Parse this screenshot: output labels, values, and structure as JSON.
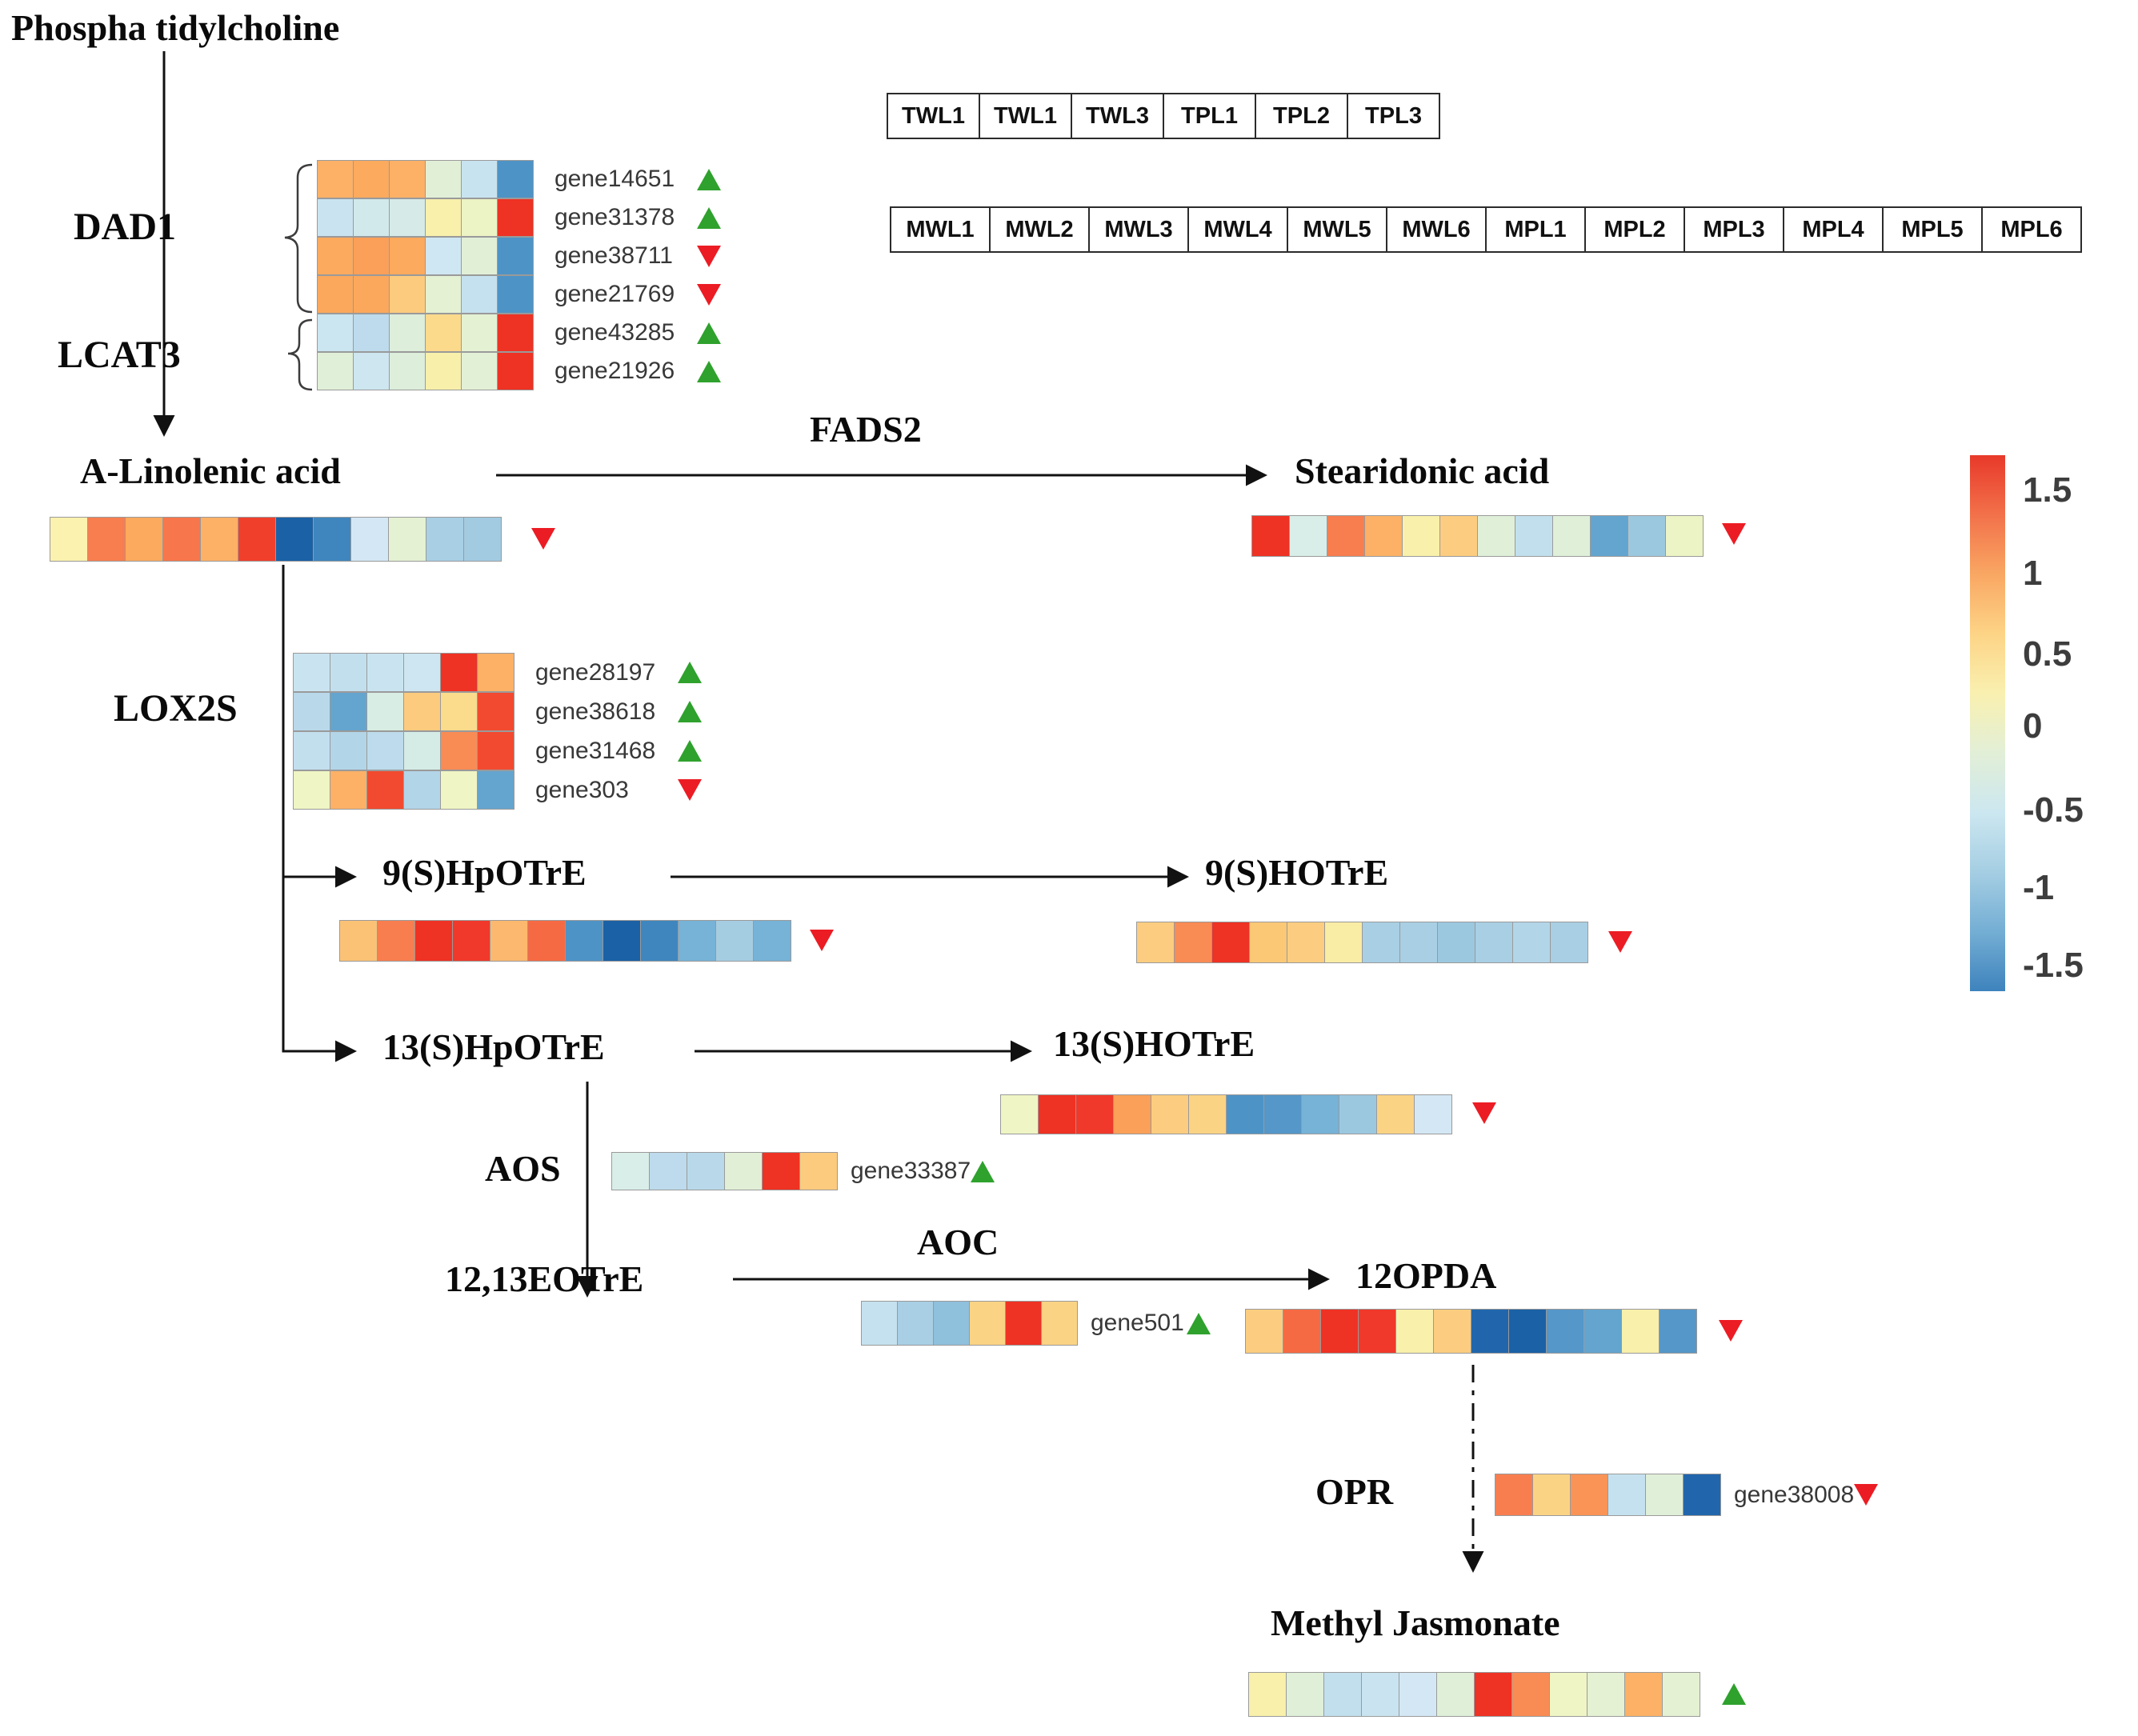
{
  "figure": {
    "legend_ticks": [
      "1.5",
      "1",
      "0.5",
      "0",
      "-0.5",
      "-1",
      "-1.5"
    ],
    "legend_stops": [
      "#e8392a",
      "#f2714a",
      "#f9a763",
      "#fdd486",
      "#f9f0b0",
      "#e2efd7",
      "#cce7f0",
      "#a5cee3",
      "#74aed4",
      "#3e83bd"
    ],
    "up_color": "#2fa12d",
    "down_color": "#ec1c24"
  },
  "sample_tables": {
    "row1": [
      "TWL1",
      "TWL1",
      "TWL3",
      "TPL1",
      "TPL2",
      "TPL3"
    ],
    "row2": [
      "MWL1",
      "MWL2",
      "MWL3",
      "MWL4",
      "MWL5",
      "MWL6",
      "MPL1",
      "MPL2",
      "MPL3",
      "MPL4",
      "MPL5",
      "MPL6"
    ]
  },
  "metabolites": {
    "phosphatidylcholine": {
      "name": "Phospha tidylcholine"
    },
    "linolenic": {
      "name": "A-Linolenic acid",
      "direction": "down",
      "cells": [
        "#fbf2af",
        "#f87e50",
        "#fbaa5e",
        "#f8764b",
        "#fcb166",
        "#f0402c",
        "#1b61a5",
        "#3f86be",
        "#d4e7f4",
        "#e4f1d3",
        "#a8cfe4",
        "#a2cbe1"
      ]
    },
    "stearidonic": {
      "name": "Stearidonic acid",
      "direction": "down",
      "cells": [
        "#ee3224",
        "#d9eee8",
        "#f87e50",
        "#fcb166",
        "#f8f0ab",
        "#fccd80",
        "#e0efd8",
        "#c2dfee",
        "#e0efd8",
        "#64a5cf",
        "#9cc8df",
        "#ecf3c4"
      ]
    },
    "hpotre9": {
      "name": "9(S)HpOTrE",
      "direction": "down",
      "cells": [
        "#fbc276",
        "#f87e50",
        "#ee3224",
        "#f0392b",
        "#fbb86e",
        "#f66a43",
        "#4e93c6",
        "#1b61a5",
        "#3f86be",
        "#77b2d7",
        "#a5cde2",
        "#77b2d7"
      ]
    },
    "hotre9": {
      "name": "9(S)HOTrE",
      "direction": "down",
      "cells": [
        "#fccd80",
        "#f98b55",
        "#ee3224",
        "#fbc876",
        "#fccd80",
        "#f9eca4",
        "#a8cfe4",
        "#a8cfe4",
        "#9cc8df",
        "#a8cfe4",
        "#b3d5e8",
        "#a8cfe4"
      ]
    },
    "hpotre13": {
      "name": "13(S)HpOTrE"
    },
    "hotre13": {
      "name": "13(S)HOTrE",
      "direction": "down",
      "cells": [
        "#eff5c4",
        "#ee3224",
        "#f0392b",
        "#faa058",
        "#fccd80",
        "#fbd384",
        "#4e93c6",
        "#5597c8",
        "#77b2d7",
        "#9cc8df",
        "#fbd384",
        "#d4e7f4"
      ]
    },
    "eotre": {
      "name": "12,13EOTrE"
    },
    "opda": {
      "name": "12OPDA",
      "direction": "down",
      "cells": [
        "#fccd80",
        "#f66a43",
        "#ee3224",
        "#f0392b",
        "#f8f0ab",
        "#fccd80",
        "#2166ac",
        "#1b61a5",
        "#5597c8",
        "#64a5cf",
        "#f8f0ab",
        "#5597c8"
      ]
    },
    "meja": {
      "name": "Methyl Jasmonate",
      "direction": "up",
      "cells": [
        "#f8f0ab",
        "#e0efd8",
        "#c2dfee",
        "#c9e4f0",
        "#d4e7f4",
        "#e0efd8",
        "#ee3224",
        "#f98b55",
        "#eff5c4",
        "#e4f1d3",
        "#fcb166",
        "#e4f1d3"
      ]
    }
  },
  "enzymes": {
    "dad1": {
      "name": "DAD1"
    },
    "lcat3": {
      "name": "LCAT3"
    },
    "fads2": {
      "name": "FADS2"
    },
    "lox2s": {
      "name": "LOX2S"
    },
    "aos": {
      "name": "AOS"
    },
    "aoc": {
      "name": "AOC"
    },
    "opr": {
      "name": "OPR"
    }
  },
  "gene_heatmaps": {
    "dad1_lcat3": {
      "genes": [
        {
          "name": "gene14651",
          "direction": "up",
          "cells": [
            "#fcb166",
            "#fbaa5e",
            "#fcb166",
            "#e1efd7",
            "#c8e3f0",
            "#4e93c6"
          ]
        },
        {
          "name": "gene31378",
          "direction": "up",
          "cells": [
            "#c9e4f0",
            "#d2e9eb",
            "#d6ebe8",
            "#f8f0ab",
            "#ecf3c4",
            "#ee3224"
          ]
        },
        {
          "name": "gene38711",
          "direction": "down",
          "cells": [
            "#fbaa5e",
            "#faa058",
            "#fbaa5e",
            "#cfe7f2",
            "#e1efd7",
            "#4e93c6"
          ]
        },
        {
          "name": "gene21769",
          "direction": "down",
          "cells": [
            "#fba85c",
            "#fba85c",
            "#fccb7e",
            "#e4f1d3",
            "#c5e1ef",
            "#4e93c6"
          ]
        },
        {
          "name": "gene43285",
          "direction": "up",
          "cells": [
            "#cbe5f1",
            "#bddbec",
            "#ddeedb",
            "#fbda8c",
            "#e4f1d3",
            "#ee3224"
          ]
        },
        {
          "name": "gene21926",
          "direction": "up",
          "cells": [
            "#e0efd8",
            "#cde6f0",
            "#ddeedb",
            "#f8efab",
            "#e2f0d6",
            "#ee3224"
          ]
        }
      ]
    },
    "lox2s": {
      "genes": [
        {
          "name": "gene28197",
          "direction": "up",
          "cells": [
            "#c9e4f0",
            "#c2dfee",
            "#c9e4f0",
            "#cde6f1",
            "#ee3224",
            "#fcb166"
          ]
        },
        {
          "name": "gene38618",
          "direction": "up",
          "cells": [
            "#b9d9ea",
            "#64a5cf",
            "#d8ede3",
            "#fccb7e",
            "#fbdb8c",
            "#f24a30"
          ]
        },
        {
          "name": "gene31468",
          "direction": "up",
          "cells": [
            "#c2dfee",
            "#b3d5e8",
            "#bddbec",
            "#d5ece6",
            "#f98b55",
            "#f24a30"
          ]
        },
        {
          "name": "gene303",
          "direction": "down",
          "cells": [
            "#eff5c4",
            "#fcb166",
            "#f24a30",
            "#b3d5e8",
            "#eff5c4",
            "#64a5cf"
          ]
        }
      ]
    },
    "aos_gene": {
      "name": "gene33387",
      "direction": "up",
      "cells": [
        "#d9eee8",
        "#bddbec",
        "#b9d9ea",
        "#e1efd7",
        "#ee3224",
        "#fccb7e"
      ]
    },
    "aoc_gene": {
      "name": "gene501",
      "direction": "up",
      "cells": [
        "#c5e1ef",
        "#a8cfe4",
        "#8fc0dc",
        "#fbd384",
        "#ee3224",
        "#fbd384"
      ]
    },
    "opr_gene": {
      "name": "gene38008",
      "direction": "down",
      "cells": [
        "#f87e50",
        "#fbd384",
        "#fa9356",
        "#c5e1ef",
        "#e0efd8",
        "#2166ac"
      ]
    }
  }
}
